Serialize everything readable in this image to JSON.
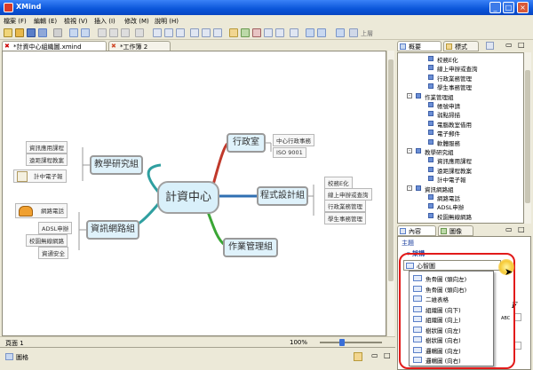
{
  "window": {
    "title": "XMind",
    "minimize": "_",
    "maximize": "□",
    "close": "×"
  },
  "menu": [
    "檔案 (F)",
    "編輯 (E)",
    "檢視 (V)",
    "插入 (I)",
    "修改 (M)",
    "說明 (H)"
  ],
  "toolbar": {
    "upper_label": "上層"
  },
  "editor_tabs": [
    {
      "label": "*計資中心組織圖.xmind",
      "active": true
    },
    {
      "label": "*工作簿 2",
      "active": false
    }
  ],
  "mindmap": {
    "central": "計資中心",
    "topics": [
      {
        "label": "行政室",
        "subtopics": [
          "中心行政事務",
          "ISO 9001"
        ]
      },
      {
        "label": "程式設計組",
        "subtopics": [
          "校務E化",
          "線上申辦或查詢",
          "行政業務管理",
          "學生事務管理"
        ]
      },
      {
        "label": "作業管理組",
        "subtopics": []
      },
      {
        "label": "教學研究組",
        "subtopics": [
          "資訊應用課程",
          "遠距課程教案",
          "計中電子報"
        ]
      },
      {
        "label": "資訊網路組",
        "subtopics": [
          "網路電話",
          "ADSL申辦",
          "校園無線網路",
          "資通安全"
        ]
      }
    ]
  },
  "status": {
    "page": "頁面 1",
    "zoom": "100%",
    "zoom_fraction": 0.35
  },
  "bottom_panel": {
    "label": "圖格"
  },
  "outline_panel": {
    "tabs": [
      "概要",
      "標式"
    ],
    "rows": [
      {
        "level": 3,
        "label": "校務E化"
      },
      {
        "level": 3,
        "label": "線上申辦或查詢"
      },
      {
        "level": 3,
        "label": "行政業務管理"
      },
      {
        "level": 3,
        "label": "學生事務管理"
      },
      {
        "level": 2,
        "label": "作業管理組",
        "expand": "-"
      },
      {
        "level": 3,
        "label": "帳號申請"
      },
      {
        "level": 3,
        "label": "弱點掃描"
      },
      {
        "level": 3,
        "label": "電腦教室借用"
      },
      {
        "level": 3,
        "label": "電子郵件"
      },
      {
        "level": 3,
        "label": "軟體服務"
      },
      {
        "level": 2,
        "label": "教學研究組",
        "expand": "-"
      },
      {
        "level": 3,
        "label": "資訊應用課程"
      },
      {
        "level": 3,
        "label": "遠距課程教案"
      },
      {
        "level": 3,
        "label": "計中電子報"
      },
      {
        "level": 2,
        "label": "資訊網路組",
        "expand": "-"
      },
      {
        "level": 3,
        "label": "網路電話"
      },
      {
        "level": 3,
        "label": "ADSL申辦"
      },
      {
        "level": 3,
        "label": "校園無線網路"
      }
    ]
  },
  "props_panel": {
    "tabs": [
      "內容",
      "圖像"
    ],
    "section": "主題",
    "subsection": "架構",
    "selected_structure": "心智圖",
    "structure_options": [
      "魚骨圖 (頭向左)",
      "魚骨圖 (頭向右)",
      "二維表格",
      "組織圖 (向下)",
      "組織圖 (向上)",
      "樹狀圖 (向左)",
      "樹狀圖 (向右)",
      "邏輯圖 (向左)",
      "邏輯圖 (向右)"
    ],
    "abc_label": "ABC",
    "font_icon": "F"
  },
  "colors": {
    "titlebar": "#0a55d9",
    "central_fill": "#d9f0fa",
    "branch_red": "#c0392b",
    "branch_green": "#3aa635",
    "branch_teal": "#2f9fa0",
    "branch_blue": "#2f6fb2",
    "highlight": "#e21a1a"
  }
}
